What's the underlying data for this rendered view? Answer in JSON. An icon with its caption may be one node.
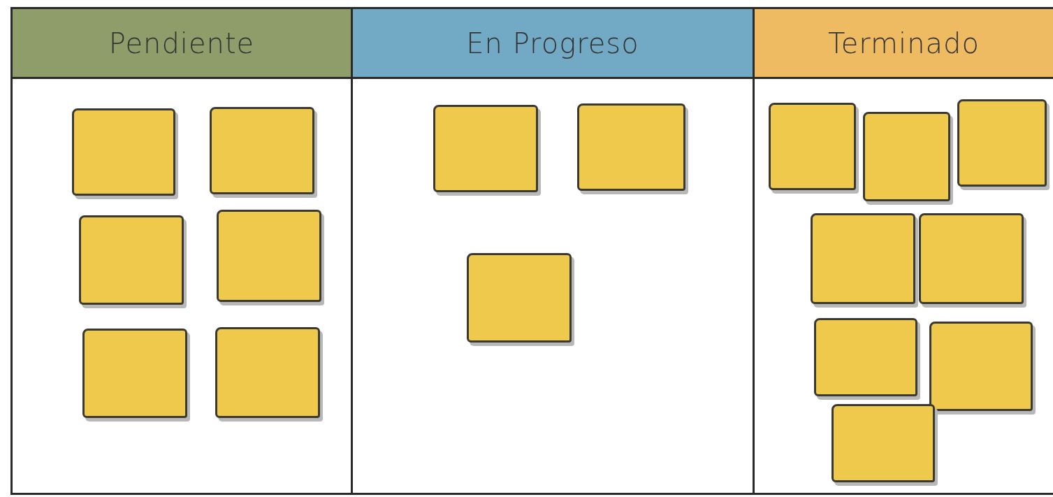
{
  "diagram": {
    "nodes": [
      {
        "text": [
          "Pendiente"
        ]
      },
      {
        "text": [],
        "shape": "box",
        "in": 0
      },
      {
        "text": [],
        "shape": "box",
        "in": 0
      },
      {
        "text": [],
        "shape": "box",
        "in": 0
      },
      {
        "text": [],
        "shape": "box",
        "in": 0
      },
      {
        "text": [],
        "shape": "box",
        "in": 0
      },
      {
        "text": [],
        "shape": "box",
        "in": 0
      },
      {
        "text": [
          "En Progreso"
        ]
      },
      {
        "text": [],
        "shape": "box",
        "in": 7
      },
      {
        "text": [],
        "shape": "box",
        "in": 7
      },
      {
        "text": [],
        "shape": "box",
        "in": 7
      },
      {
        "text": [
          "Terminado"
        ]
      },
      {
        "text": [],
        "shape": "box",
        "in": 11
      },
      {
        "text": [],
        "shape": "box",
        "in": 11
      },
      {
        "text": [],
        "shape": "box",
        "in": 11
      },
      {
        "text": [],
        "shape": "box",
        "in": 11
      },
      {
        "text": [],
        "shape": "box",
        "in": 11
      },
      {
        "text": [],
        "shape": "box",
        "in": 11
      },
      {
        "text": [],
        "shape": "box",
        "in": 11
      },
      {
        "text": [],
        "shape": "box",
        "in": 11
      }
    ]
  }
}
